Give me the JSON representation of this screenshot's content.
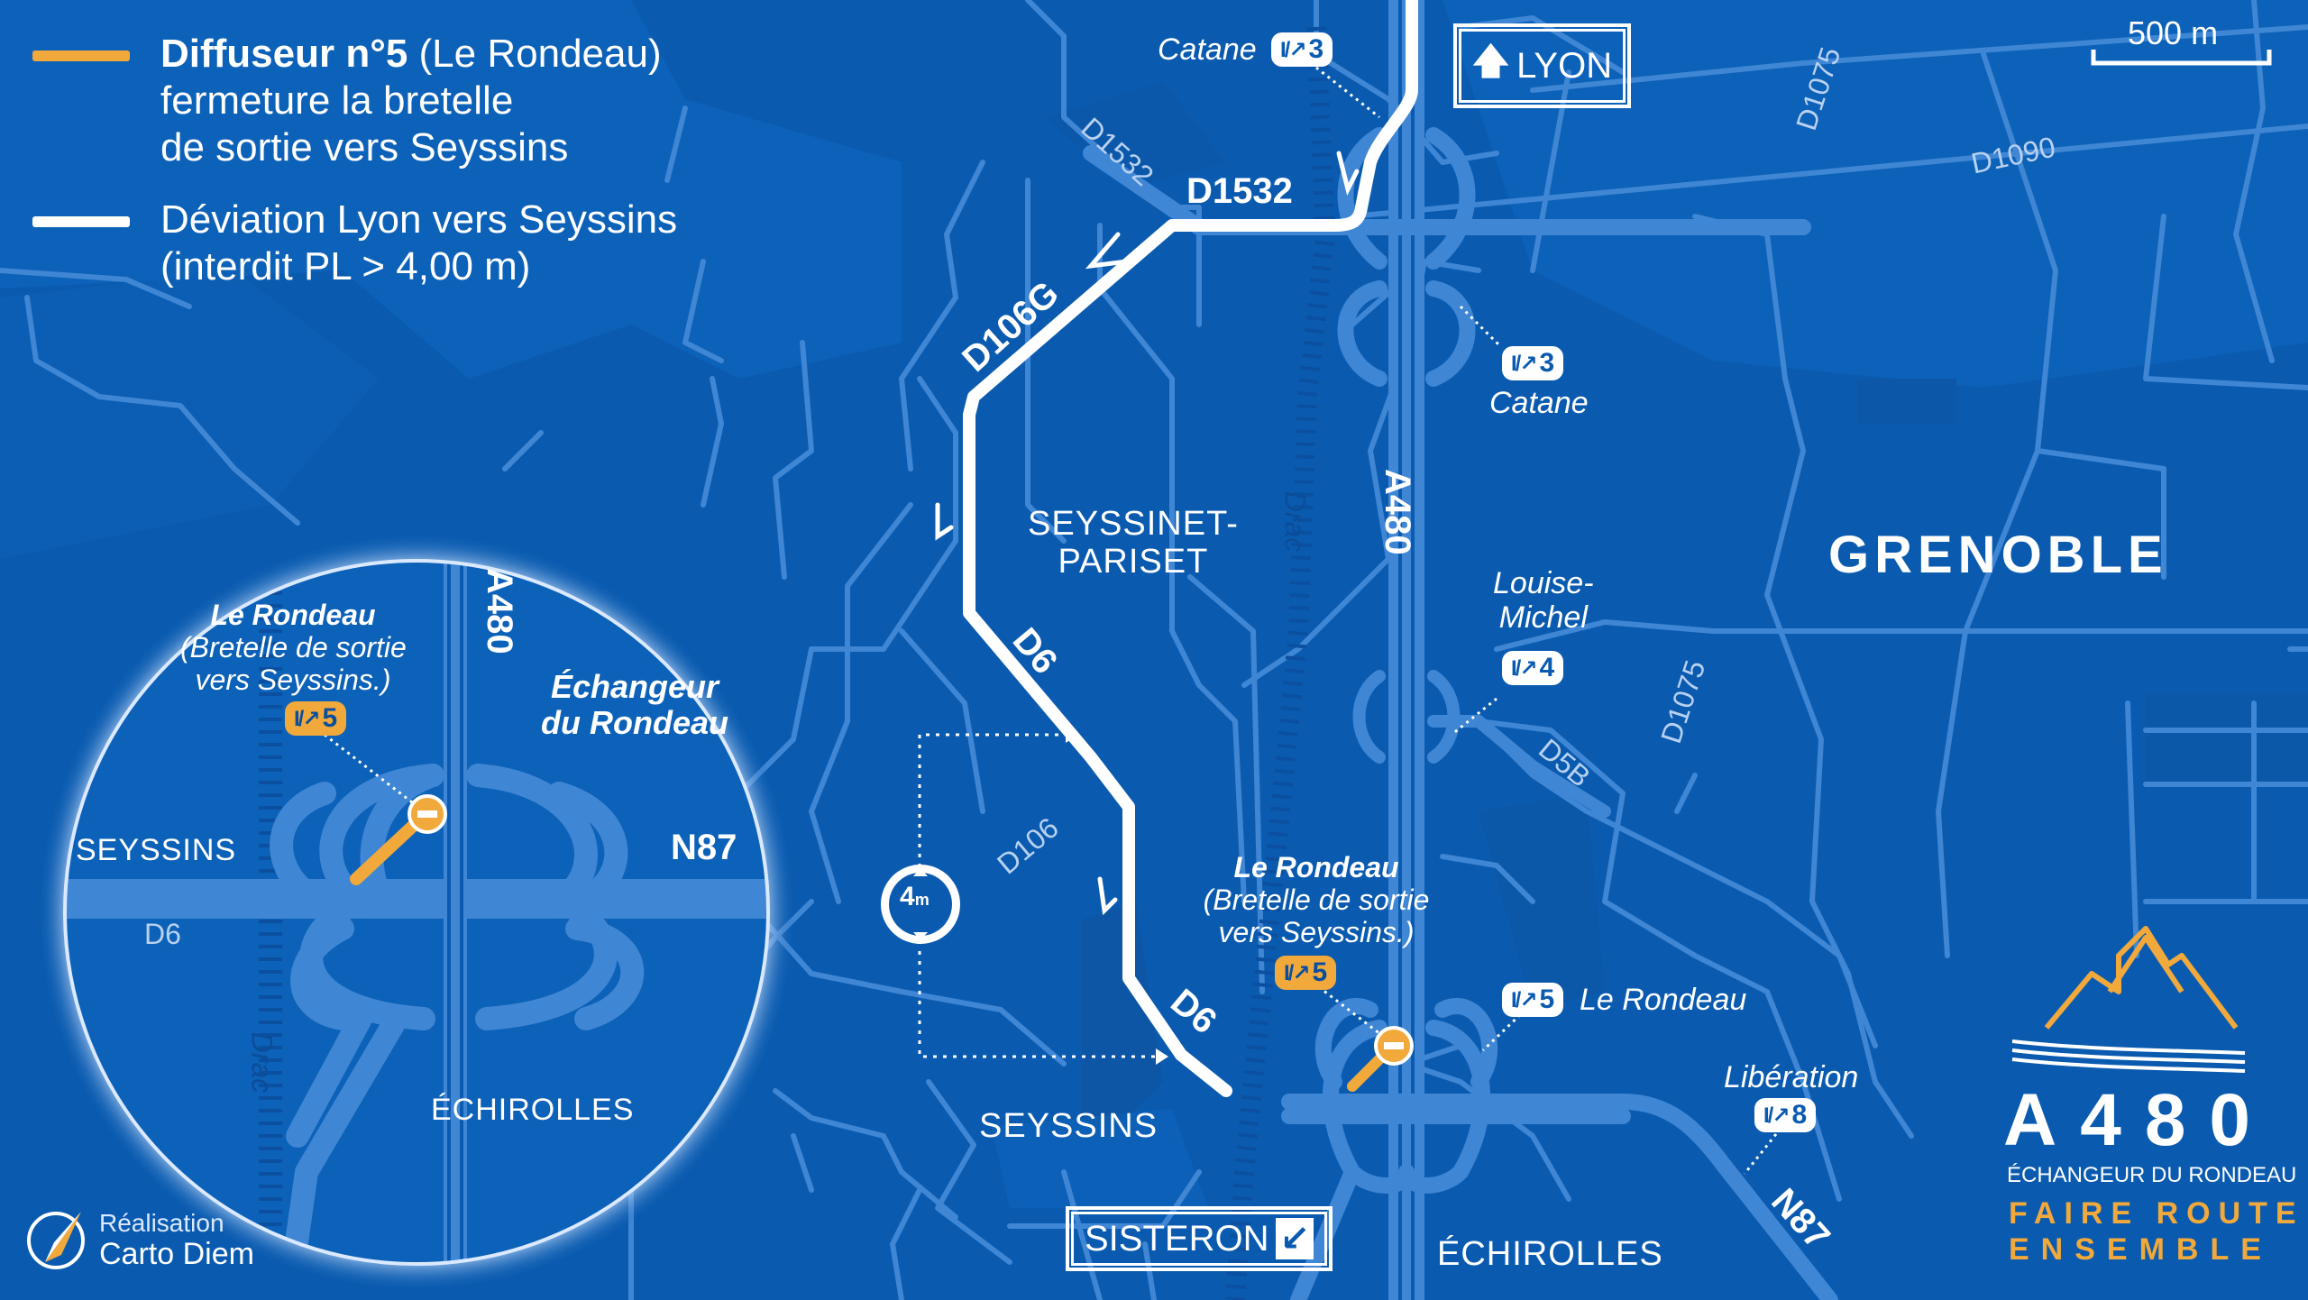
{
  "legend": {
    "item1_title": "Diffuseur n°5",
    "item1_suffix": "(Le Rondeau)",
    "item1_line2": "fermeture la bretelle",
    "item1_line3": "de sortie vers Seyssins",
    "item2_line1": "Déviation Lyon vers Seyssins",
    "item2_line2": "(interdit PL > 4,00 m)",
    "color_closure": "#f2a93b",
    "color_detour": "#ffffff"
  },
  "scale": {
    "label": "500 m"
  },
  "signs": {
    "lyon": "LYON",
    "lyon_icon": "arrow-up-icon",
    "sisteron": "SISTERON",
    "sisteron_icon": "arrow-down-left-icon"
  },
  "exits": {
    "catane_top": {
      "name": "Catane",
      "num": "3"
    },
    "catane_mid": {
      "name": "Catane",
      "num": "3"
    },
    "louise_michel": {
      "line1": "Louise-",
      "line2": "Michel",
      "num": "4"
    },
    "rondeau_main": {
      "name": "Le Rondeau",
      "num": "5"
    },
    "liberation": {
      "name": "Libération",
      "num": "8"
    },
    "rondeau_closed": {
      "title": "Le Rondeau",
      "line2": "(Bretelle de sortie",
      "line3": "vers Seyssins.)",
      "num": "5"
    },
    "exit_icon": "exit-ramp-icon"
  },
  "roads": {
    "d1532_bold": "D1532",
    "d106g": "D106G",
    "d6_a": "D6",
    "d6_b": "D6",
    "a480": "A480",
    "n87": "N87",
    "d1532_minor": "D1532",
    "d1075_a": "D1075",
    "d1075_b": "D1075",
    "d1090": "D1090",
    "d106": "D106",
    "d5b": "D5B",
    "drac": "Drac"
  },
  "places": {
    "seyssinet_1": "SEYSSINET-",
    "seyssinet_2": "PARISET",
    "grenoble": "GRENOBLE",
    "seyssins": "SEYSSINS",
    "echirolles": "ÉCHIROLLES"
  },
  "height_limit": {
    "num": "4",
    "unit": "m"
  },
  "inset": {
    "rondeau_title": "Le Rondeau",
    "rondeau_line2": "(Bretelle de sortie",
    "rondeau_line3": "vers Seyssins.)",
    "exit_num": "5",
    "a480": "A480",
    "echangeur_1": "Échangeur",
    "echangeur_2": "du Rondeau",
    "seyssins": "SEYSSINS",
    "n87": "N87",
    "d6": "D6",
    "drac": "Drac",
    "echirolles": "ÉCHIROLLES"
  },
  "credit": {
    "line1": "Réalisation",
    "line2": "Carto Diem"
  },
  "brand": {
    "code": "A480",
    "subtitle": "ÉCHANGEUR DU RONDEAU",
    "slogan1": "FAIRE ROUTE",
    "slogan2": "ENSEMBLE",
    "accent": "#f2a93b"
  }
}
